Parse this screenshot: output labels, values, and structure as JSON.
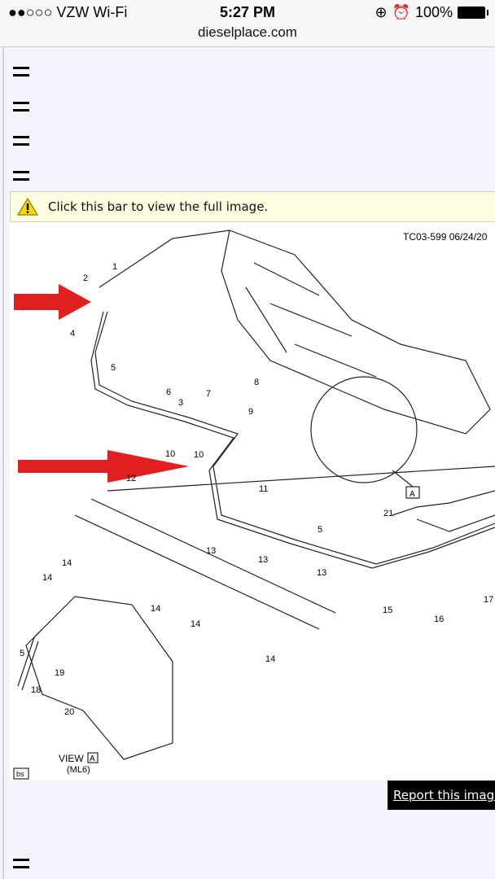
{
  "status_bar": {
    "carrier": "●●○○○ VZW Wi-Fi",
    "time": "5:27 PM",
    "battery": "100%"
  },
  "browser": {
    "url": "dieselplace.com"
  },
  "notice": {
    "text": "Click this bar to view the full image."
  },
  "diagram": {
    "code": "TC03-599  06/24/20",
    "view_label": "VIEW",
    "view_box": "A",
    "view_sub": "(ML6)",
    "corner_tag": "bs",
    "callout_box": "A",
    "labels": [
      "1",
      "2",
      "4",
      "5",
      "6",
      "3",
      "7",
      "8",
      "9",
      "10",
      "10",
      "11",
      "12",
      "5",
      "21",
      "13",
      "13",
      "13",
      "14",
      "14",
      "14",
      "14",
      "14",
      "15",
      "16",
      "17",
      "5",
      "19",
      "18",
      "20"
    ],
    "arrow_color": "#e02020"
  },
  "report_link": "Report this image"
}
